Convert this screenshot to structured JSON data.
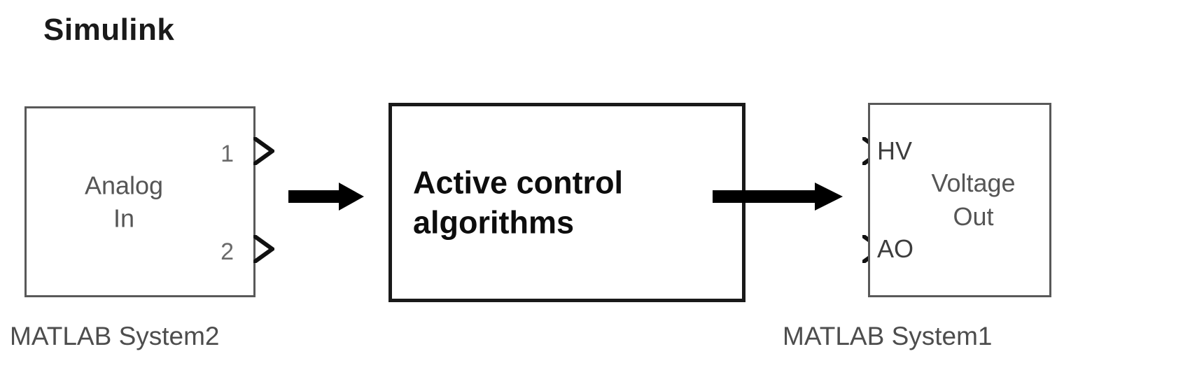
{
  "diagram": {
    "title": "Simulink",
    "type": "block-diagram",
    "background_color": "#ffffff",
    "blocks": [
      {
        "id": "analog-in",
        "label": "Analog\nIn",
        "label_line1": "Analog",
        "label_line2": "In",
        "caption": "MATLAB System2",
        "border_color": "#595959",
        "border_style": "thin",
        "text_color": "#555555",
        "output_ports": [
          {
            "number": "1",
            "marker": "chevron-right-outline"
          },
          {
            "number": "2",
            "marker": "chevron-right-outline"
          }
        ],
        "input_ports": []
      },
      {
        "id": "active-control",
        "label": "Active control algorithms",
        "label_line1": "Active control",
        "label_line2": "algorithms",
        "caption": "",
        "border_color": "#1a1a1a",
        "border_style": "thick",
        "text_color": "#0d0d0d",
        "bold": true,
        "output_ports": [],
        "input_ports": []
      },
      {
        "id": "voltage-out",
        "label": "Voltage Out",
        "label_line1": "Voltage",
        "label_line2": "Out",
        "caption": "MATLAB System1",
        "border_color": "#595959",
        "border_style": "thin",
        "text_color": "#555555",
        "output_ports": [],
        "input_ports": [
          {
            "name": "HV",
            "marker": "chevron-right-outline"
          },
          {
            "name": "AO",
            "marker": "chevron-right-outline"
          }
        ]
      }
    ],
    "connectors": [
      {
        "id": "connector-1",
        "from": "analog-in",
        "to": "active-control",
        "style": "solid-thick-arrow",
        "color": "#000000",
        "direction": "right"
      },
      {
        "id": "connector-2",
        "from": "active-control",
        "to": "voltage-out",
        "style": "solid-thick-arrow",
        "color": "#000000",
        "direction": "right"
      }
    ]
  }
}
